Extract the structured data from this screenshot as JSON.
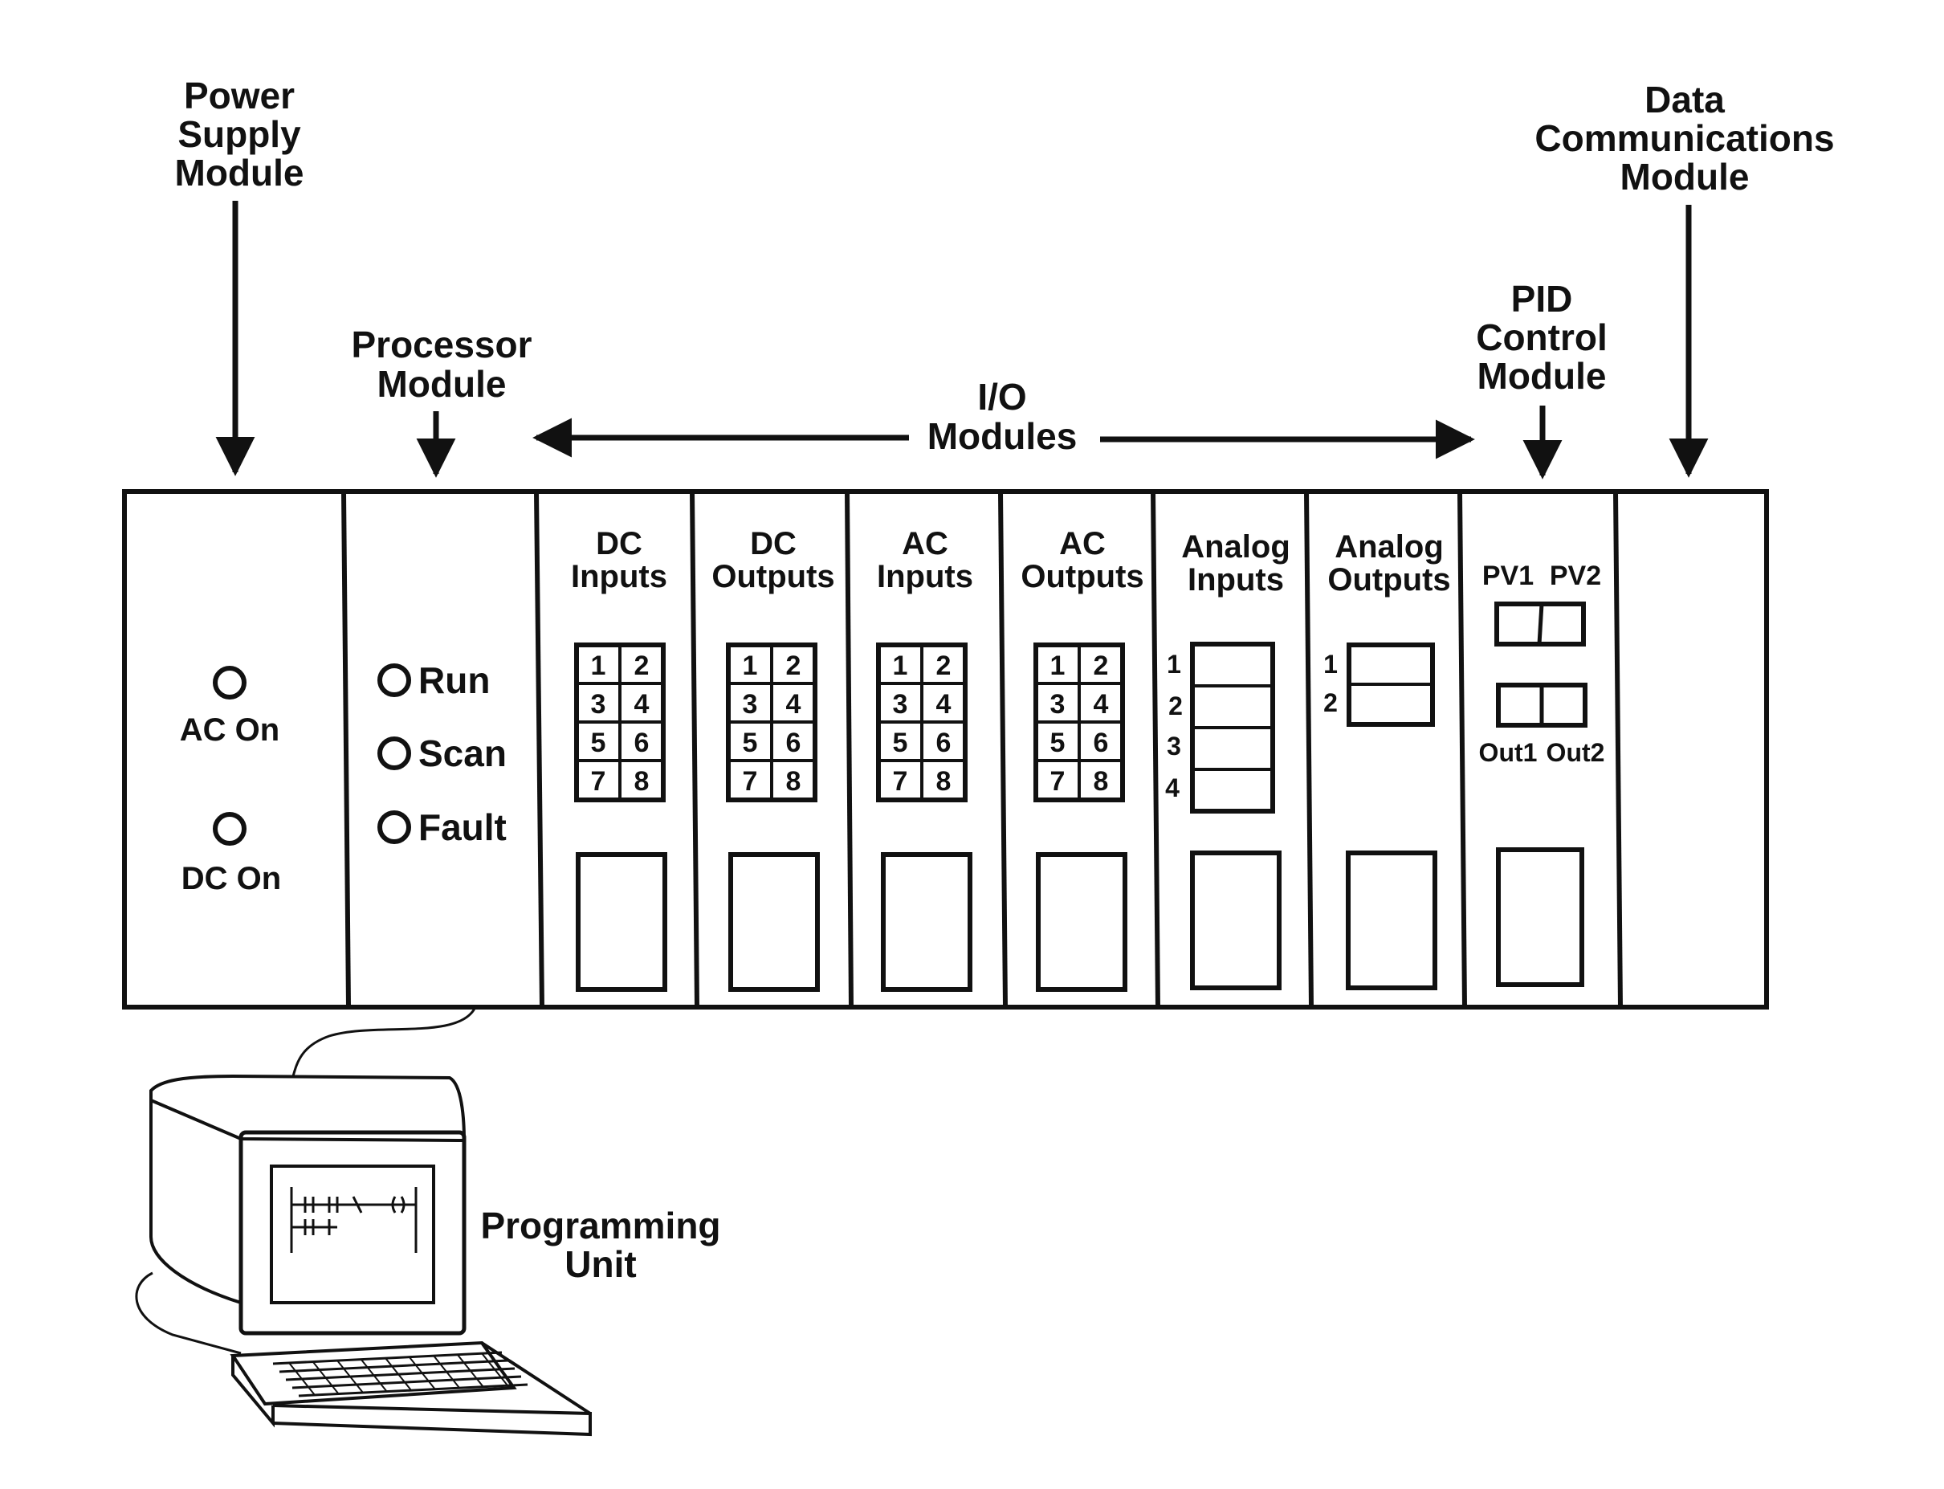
{
  "callouts": {
    "power_supply": [
      "Power",
      "Supply",
      "Module"
    ],
    "processor": [
      "Processor",
      "Module"
    ],
    "io": [
      "I/O",
      "Modules"
    ],
    "pid": [
      "PID",
      "Control",
      "Module"
    ],
    "data_comm": [
      "Data",
      "Communications",
      "Module"
    ]
  },
  "power_supply": {
    "indicators": [
      "AC On",
      "DC On"
    ]
  },
  "processor": {
    "indicators": [
      "Run",
      "Scan",
      "Fault"
    ]
  },
  "io_modules": [
    {
      "title": [
        "DC",
        "Inputs"
      ],
      "kind": "digital",
      "channels": [
        "1",
        "2",
        "3",
        "4",
        "5",
        "6",
        "7",
        "8"
      ]
    },
    {
      "title": [
        "DC",
        "Outputs"
      ],
      "kind": "digital",
      "channels": [
        "1",
        "2",
        "3",
        "4",
        "5",
        "6",
        "7",
        "8"
      ]
    },
    {
      "title": [
        "AC",
        "Inputs"
      ],
      "kind": "digital",
      "channels": [
        "1",
        "2",
        "3",
        "4",
        "5",
        "6",
        "7",
        "8"
      ]
    },
    {
      "title": [
        "AC",
        "Outputs"
      ],
      "kind": "digital",
      "channels": [
        "1",
        "2",
        "3",
        "4",
        "5",
        "6",
        "7",
        "8"
      ]
    },
    {
      "title": [
        "Analog",
        "Inputs"
      ],
      "kind": "analog",
      "channels": [
        "1",
        "2",
        "3",
        "4"
      ]
    },
    {
      "title": [
        "Analog",
        "Outputs"
      ],
      "kind": "analog",
      "channels": [
        "1",
        "2"
      ]
    }
  ],
  "pid": {
    "top_labels": [
      "PV1",
      "PV2"
    ],
    "bottom_labels": [
      "Out1",
      "Out2"
    ]
  },
  "programming_unit": [
    "Programming",
    "Unit"
  ],
  "colors": {
    "ink": "#111111",
    "background": "#ffffff"
  }
}
